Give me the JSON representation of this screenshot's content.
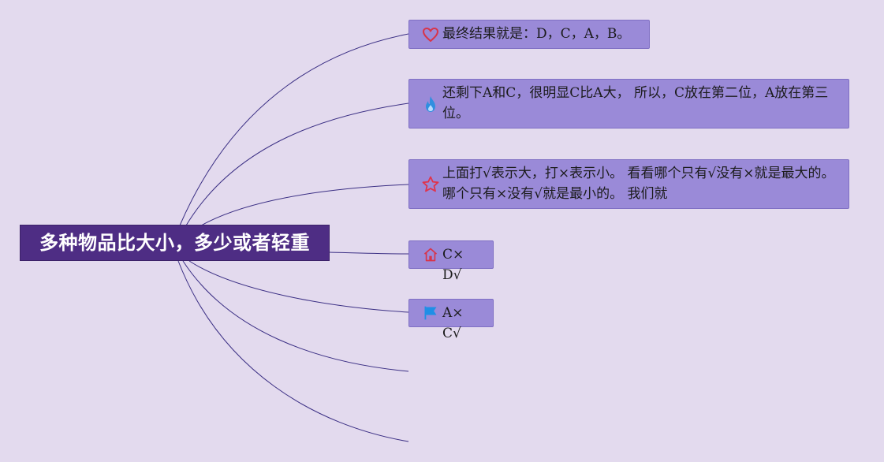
{
  "root": {
    "label": "多种物品比大小，多少或者轻重"
  },
  "nodes": [
    {
      "icon": "heart-icon",
      "text": "最终结果就是：D，C，A，B。"
    },
    {
      "icon": "flame-icon",
      "text": "还剩下A和C，很明显C比A大， 所以，C放在第二位，A放在第三位。"
    },
    {
      "icon": "star-icon",
      "text": "上面打√表示大，打×表示小。 看看哪个只有√没有×就是最大的。 哪个只有×没有√就是最小的。 我们就"
    },
    {
      "icon": "house-icon",
      "text": "C× D√"
    },
    {
      "icon": "flag-icon",
      "text": "A× C√"
    }
  ],
  "colors": {
    "background": "#e3daee",
    "root_fill": "#4e2d84",
    "node_fill": "#9a8ad8",
    "connector": "#3b2f84",
    "heart": "#d8344a",
    "flame": "#2f8fe0",
    "star": "#e0334b",
    "house": "#d8344a",
    "flag": "#1f8fe6"
  }
}
